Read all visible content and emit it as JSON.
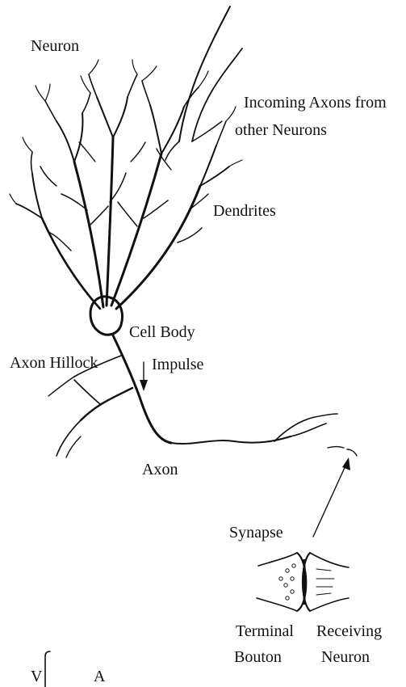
{
  "labels": {
    "title": "Neuron",
    "incoming_line1": "Incoming Axons from",
    "incoming_line2": "other Neurons",
    "dendrites": "Dendrites",
    "cell_body": "Cell Body",
    "axon_hillock": "Axon Hillock",
    "impulse": "Impulse",
    "axon": "Axon",
    "synapse": "Synapse",
    "terminal_line1": "Terminal",
    "terminal_line2": "Bouton",
    "receiving_line1": "Receiving",
    "receiving_line2": "Neuron",
    "bottom_v": "V",
    "bottom_a": "A"
  }
}
